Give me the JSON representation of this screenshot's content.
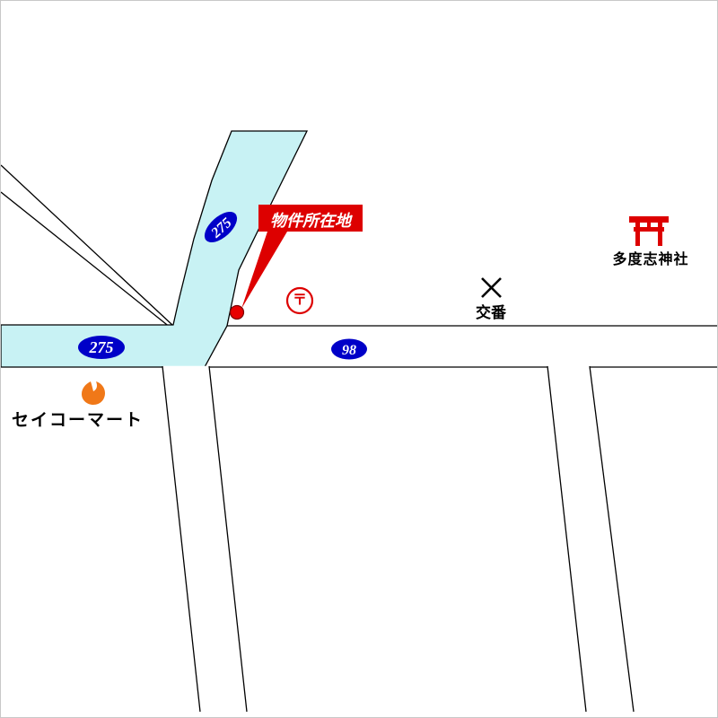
{
  "map": {
    "labels": {
      "property": "物件所在地",
      "post_office": "〒",
      "police": "交番",
      "shrine": "多度志神社",
      "store": "セイコーマート"
    },
    "route_badges": {
      "route_275_upper": "275",
      "route_275_left": "275",
      "route_98": "98"
    },
    "colors": {
      "road_highlight": "#c8f2f4",
      "badge_blue": "#0000c8",
      "accent_red": "#dd0000",
      "store_orange": "#f07818"
    }
  }
}
